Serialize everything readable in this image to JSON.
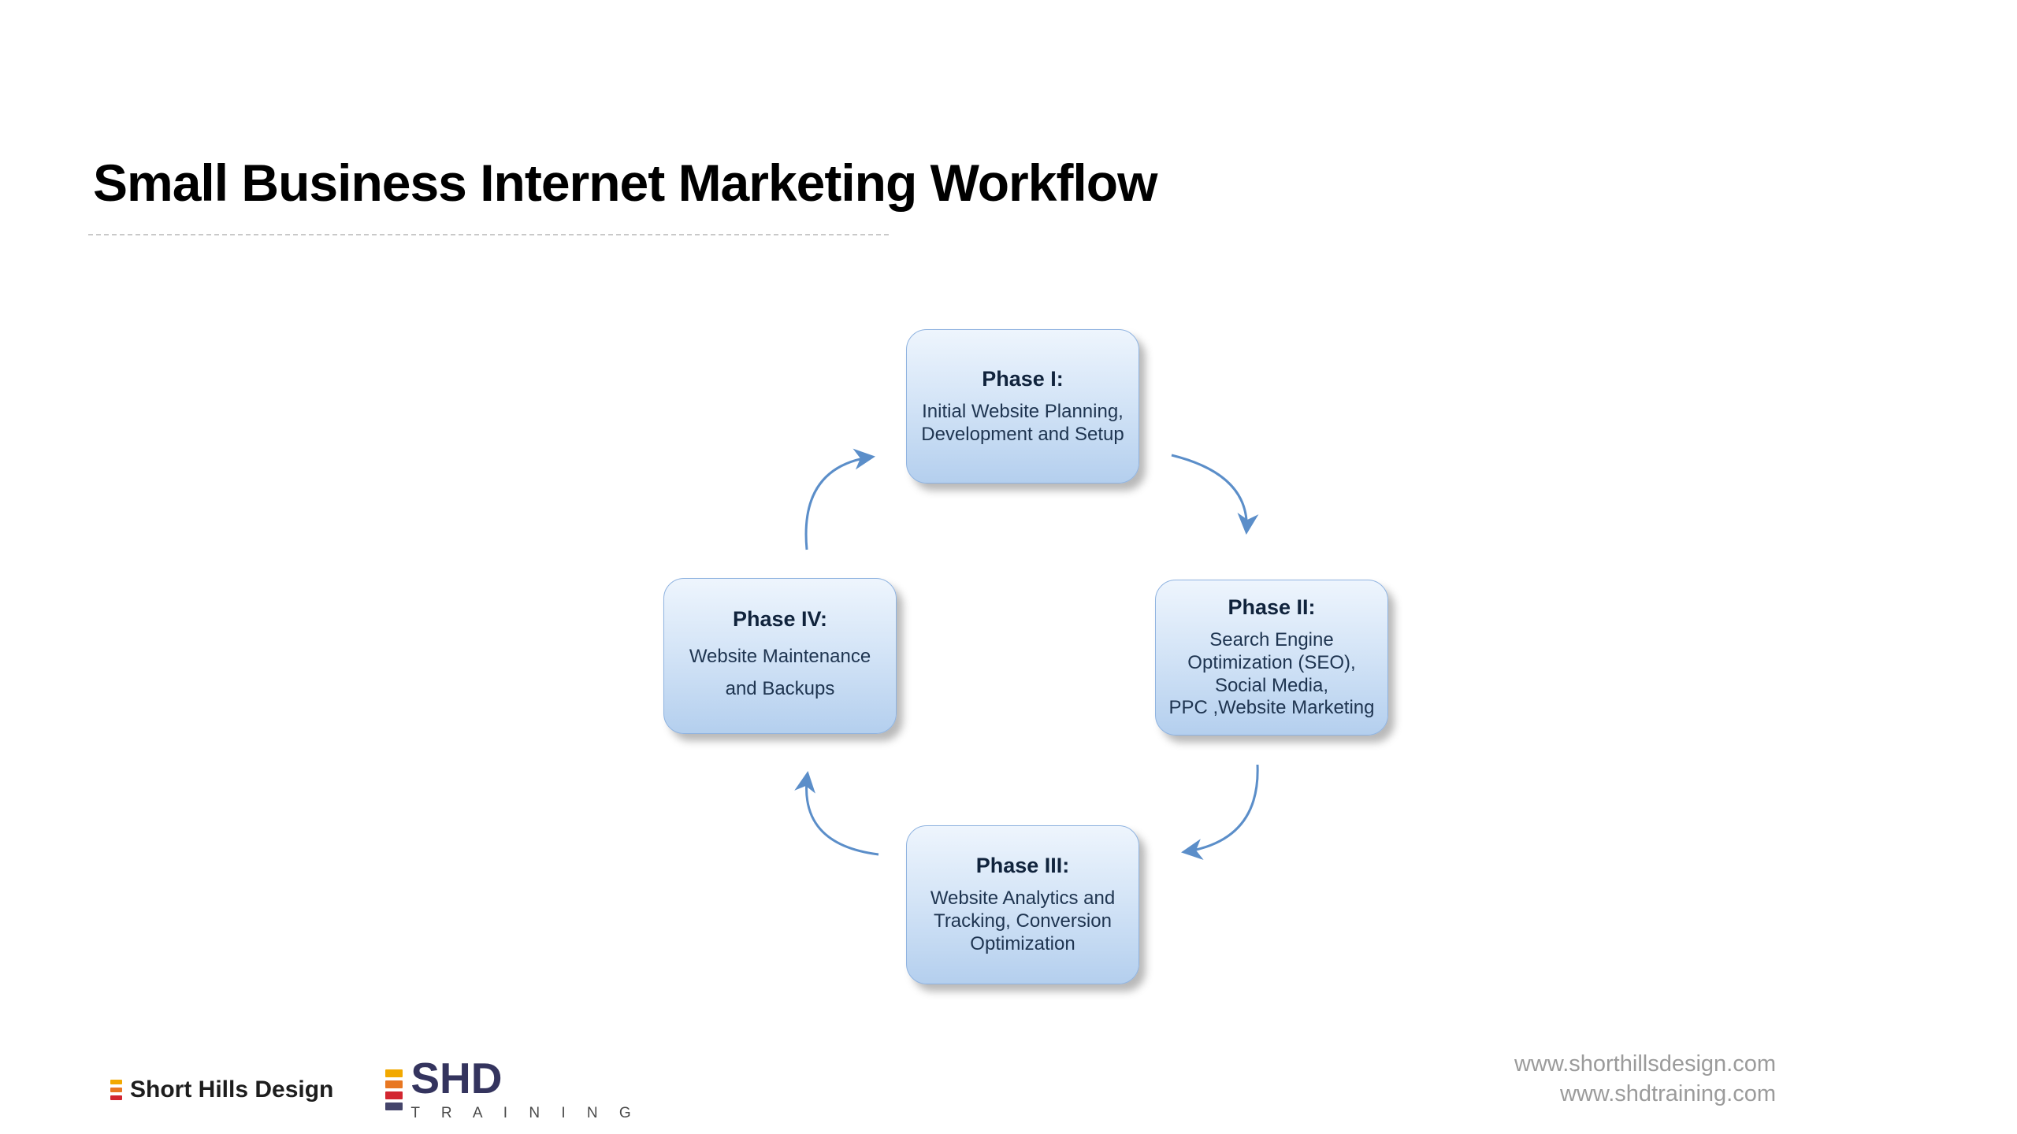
{
  "page": {
    "title": "Small Business Internet Marketing Workflow"
  },
  "diagram": {
    "type": "cycle",
    "flow": "clockwise",
    "arrow_color": "#5b8ec9",
    "box_colors": {
      "fill_top": "#eef5fd",
      "fill_bottom": "#b4cfee",
      "border": "#8fb3e0",
      "text": "#1e3450"
    },
    "phases": [
      {
        "title": "Phase I:",
        "body": "Initial Website Planning,\nDevelopment and Setup"
      },
      {
        "title": "Phase II:",
        "body": "Search Engine\nOptimization (SEO),\nSocial Media,\nPPC ,Website Marketing"
      },
      {
        "title": "Phase III:",
        "body": "Website Analytics and\nTracking, Conversion\nOptimization"
      },
      {
        "title": "Phase IV:",
        "body": "Website Maintenance\nand Backups"
      }
    ],
    "connections": [
      {
        "from": "Phase I",
        "to": "Phase II"
      },
      {
        "from": "Phase II",
        "to": "Phase III"
      },
      {
        "from": "Phase III",
        "to": "Phase IV"
      },
      {
        "from": "Phase IV",
        "to": "Phase I"
      }
    ]
  },
  "footer": {
    "logo_primary": "Short Hills Design",
    "logo_secondary": "SHD",
    "logo_secondary_sub": "T R A I N I N G",
    "links": [
      "www.shorthillsdesign.com",
      "www.shdtraining.com"
    ]
  }
}
